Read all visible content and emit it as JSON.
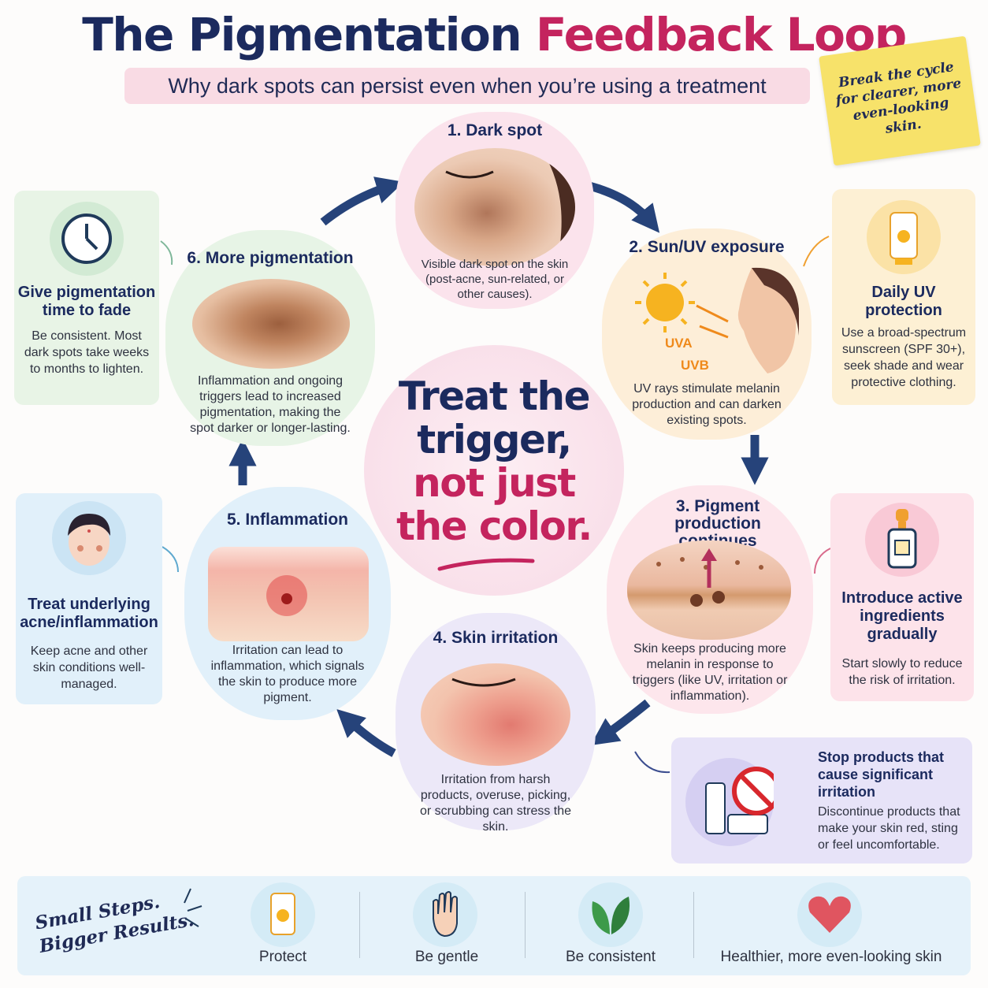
{
  "header": {
    "title_part1": "The Pigmentation",
    "title_part2": "Feedback Loop",
    "subtitle": "Why dark spots can persist even when you’re using a treatment",
    "sticky_note": "Break the cycle for clearer, more even-looking skin."
  },
  "center": {
    "line1": "Treat the",
    "line2": "trigger,",
    "line3": "not just",
    "line4": "the color."
  },
  "stages": [
    {
      "title": "1. Dark spot",
      "description": "Visible dark spot on the skin (post-acne, sun-related, or other causes)."
    },
    {
      "title": "2. Sun/UV exposure",
      "description": "UV rays stimulate melanin production and can darken existing spots.",
      "label_uva": "UVA",
      "label_uvb": "UVB"
    },
    {
      "title": "3. Pigment production continues",
      "description": "Skin keeps producing more melanin in response to triggers (like UV, irritation or inflammation)."
    },
    {
      "title": "4. Skin irritation",
      "description": "Irritation from harsh products, overuse, picking, or scrubbing can stress the skin."
    },
    {
      "title": "5. Inflammation",
      "description": "Irritation can lead to inflammation, which signals the skin to produce more pigment."
    },
    {
      "title": "6. More pigmentation",
      "description": "Inflammation and ongoing triggers lead to increased pigmentation, making the spot darker or longer-lasting."
    }
  ],
  "tips": {
    "time": {
      "title": "Give pigmentation time to fade",
      "description": "Be consistent. Most dark spots take weeks to months to lighten.",
      "icon": "clock-icon"
    },
    "uv": {
      "title": "Daily UV protection",
      "description": "Use a broad-spectrum sunscreen (SPF 30+), seek shade and wear protective clothing.",
      "icon": "sunscreen-icon"
    },
    "inflammation": {
      "title": "Treat underlying acne/inflammation",
      "description": "Keep acne and other skin conditions well-managed.",
      "icon": "face-acne-icon"
    },
    "actives": {
      "title": "Introduce active ingredients gradually",
      "description": "Start slowly to reduce the risk of irritation.",
      "icon": "serum-bottle-icon"
    },
    "stop": {
      "title": "Stop products that cause significant irritation",
      "description": "Discontinue products that make your skin red, sting or feel uncomfortable.",
      "icon": "no-products-icon"
    }
  },
  "bottom": {
    "slogan": "Small Steps. Bigger Results.",
    "items": [
      {
        "label": "Protect",
        "icon": "sunscreen-icon"
      },
      {
        "label": "Be gentle",
        "icon": "hand-icon"
      },
      {
        "label": "Be consistent",
        "icon": "leaf-icon"
      },
      {
        "label": "Healthier, more even-looking skin",
        "icon": "heart-icon"
      }
    ]
  },
  "colors": {
    "navy": "#1b2a5e",
    "magenta": "#c4245e",
    "stage1": "#fbe3ec",
    "stage2": "#fdeed8",
    "stage3": "#fde6ec",
    "stage4": "#ece8f8",
    "stage5": "#e1f0fa",
    "stage6": "#e7f4e6"
  }
}
